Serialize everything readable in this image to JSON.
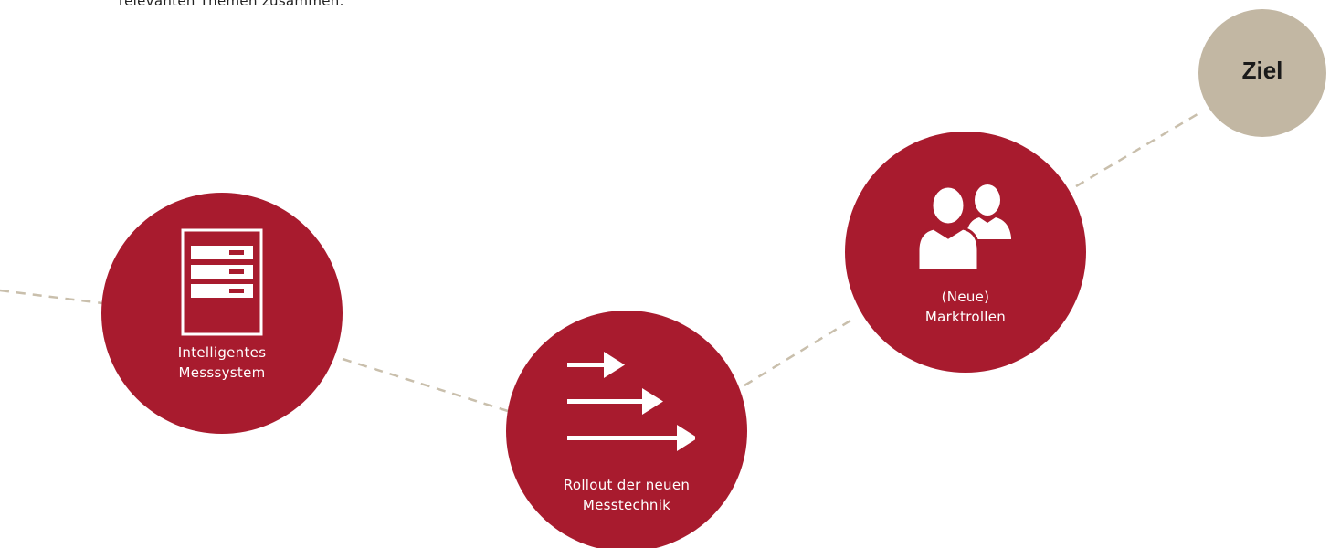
{
  "intro_text": "relevanten Themen zusammen.",
  "colors": {
    "node_fill": "#a81b2e",
    "goal_fill": "#c2b7a3",
    "connector": "#c9bfac",
    "label": "#ffffff"
  },
  "steps": [
    {
      "label_line1": "Intelligentes",
      "label_line2": "Messsystem",
      "icon": "meter-cabinet-icon"
    },
    {
      "label_line1": "Rollout der neuen",
      "label_line2": "Messtechnik",
      "icon": "arrows-right-icon"
    },
    {
      "label_line1": "(Neue)",
      "label_line2": "Marktrollen",
      "icon": "people-icon"
    }
  ],
  "goal": {
    "label": "Ziel"
  }
}
